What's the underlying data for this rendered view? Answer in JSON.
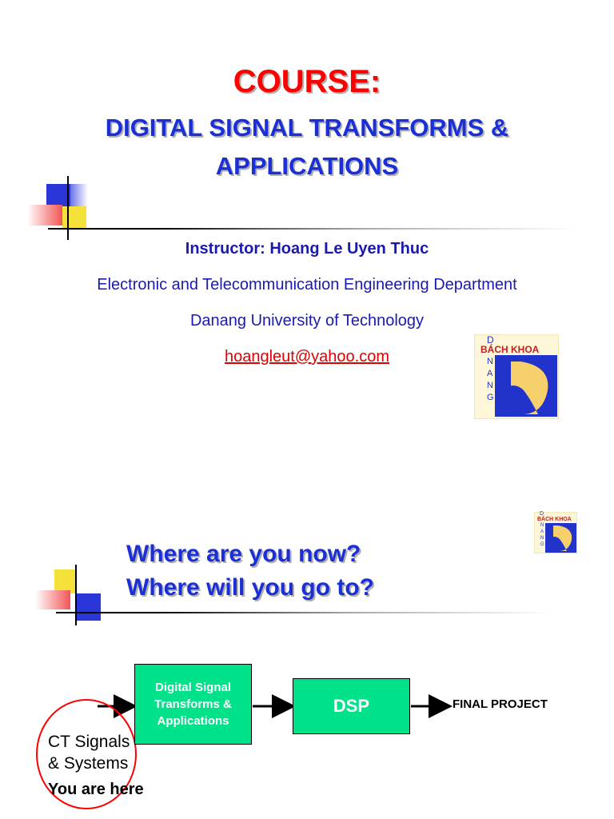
{
  "slide1": {
    "course": "COURSE:",
    "subtitle_line1": "DIGITAL SIGNAL TRANSFORMS &",
    "subtitle_line2": "APPLICATIONS",
    "instructor": "Instructor: Hoang Le Uyen Thuc",
    "department": "Electronic and Telecommunication Engineering Department",
    "university": "Danang University of Technology",
    "email": "hoangleut@yahoo.com",
    "logo": {
      "top_letter": "D",
      "name": "BÁCH KHOA",
      "side_letters": [
        "N",
        "A",
        "N",
        "G"
      ]
    }
  },
  "slide2": {
    "question1": "Where are you now?",
    "question2": "Where will you go to?",
    "box1": "Digital Signal Transforms & Applications",
    "box2": "DSP",
    "final": "FINAL PROJECT",
    "ct_line1": "CT Signals",
    "ct_line2": "& Systems",
    "you_are_here": "You are here"
  },
  "colors": {
    "title_red": "#ff0000",
    "title_blue": "#1a2fd6",
    "box_green": "#00e28a",
    "logo_blue": "#2233cc",
    "logo_yellow": "#f5d06b"
  }
}
